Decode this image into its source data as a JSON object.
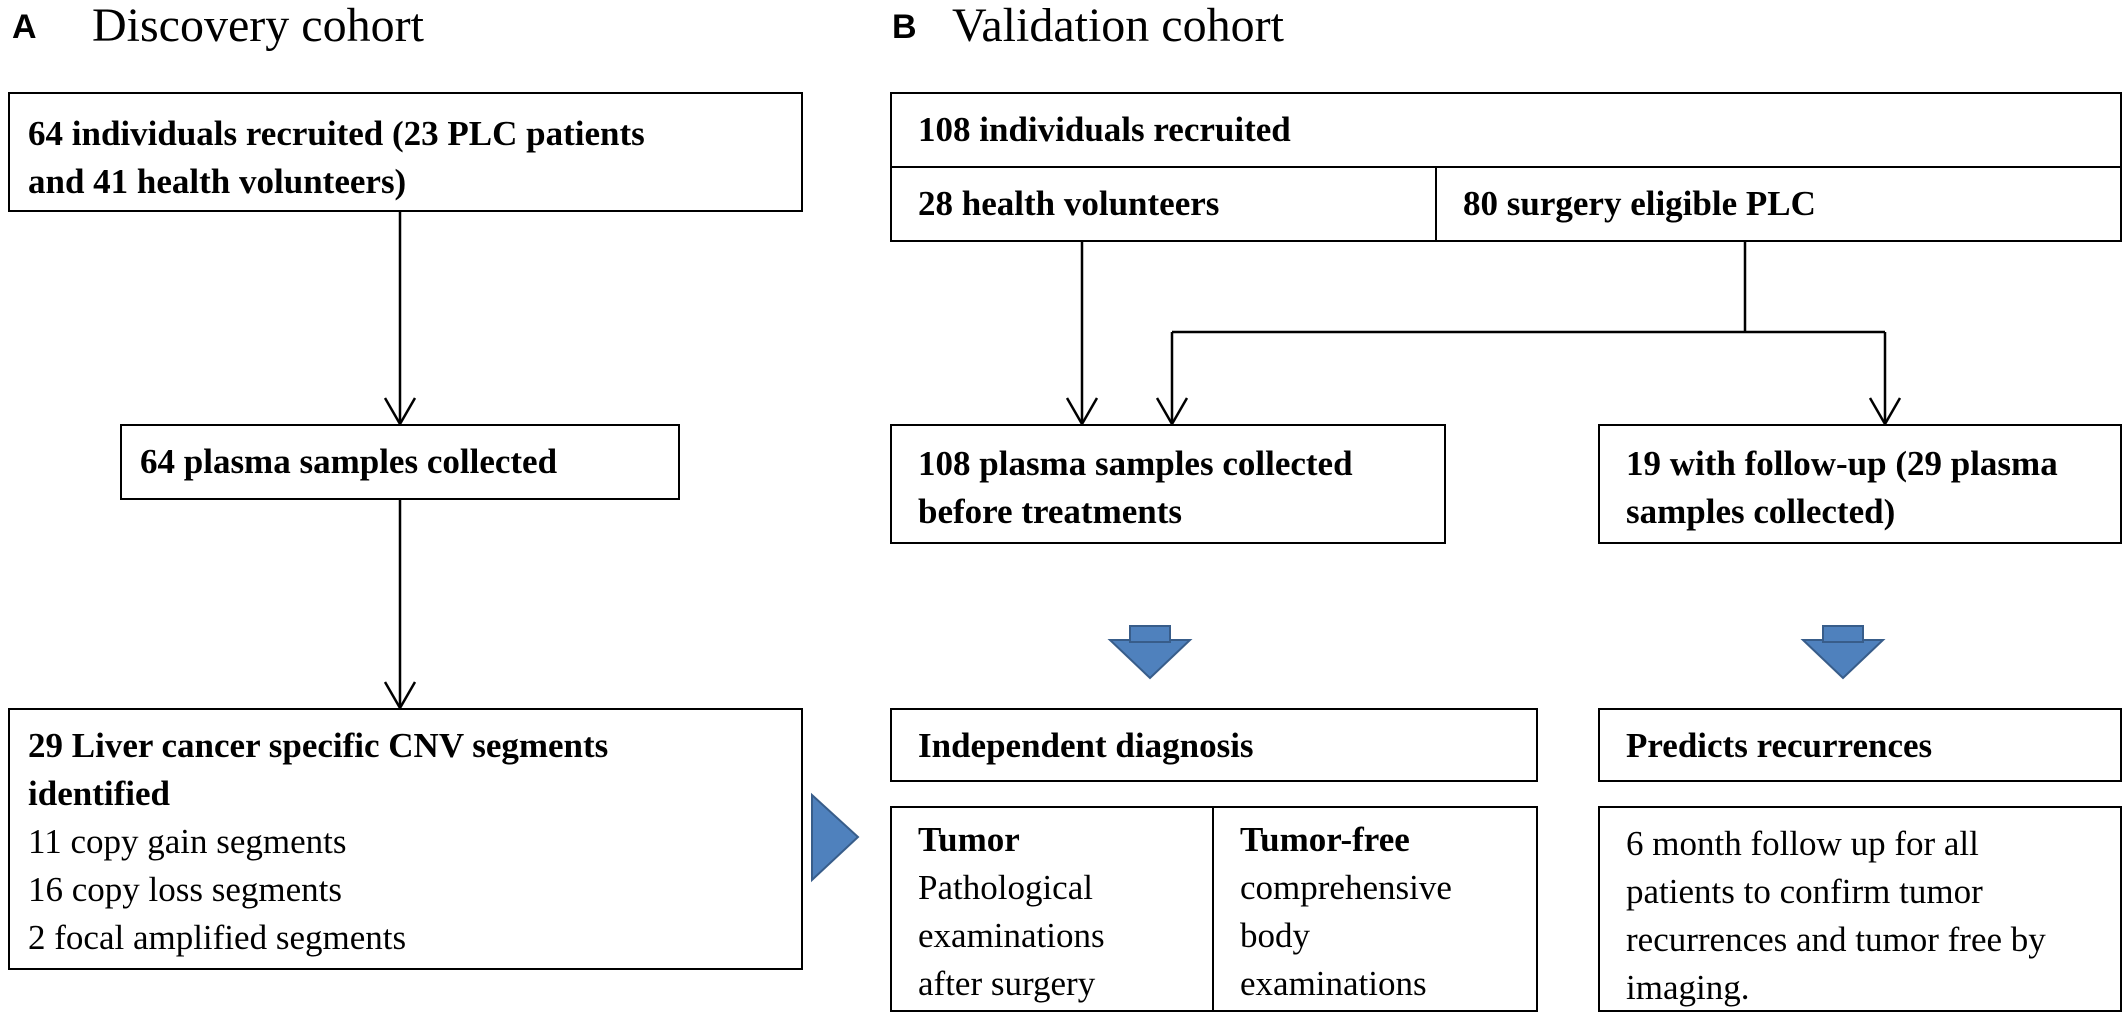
{
  "panel_a": {
    "letter": "A",
    "title": "Discovery cohort",
    "box1": "64 individuals recruited (23 PLC patients\nand 41 health volunteers)",
    "box2": "64 plasma samples collected",
    "box3_title": "29 Liver cancer specific CNV segments\nidentified",
    "box3_items": [
      "11 copy gain segments",
      "16 copy loss segments",
      "2 focal amplified segments"
    ]
  },
  "panel_b": {
    "letter": "B",
    "title": "Validation cohort",
    "recruited": "108 individuals recruited",
    "healthy": "28 health volunteers",
    "plc": "80 surgery eligible PLC",
    "plasma": "108 plasma samples collected\nbefore treatments",
    "followup": "19 with follow-up (29 plasma\nsamples collected)",
    "diagnosis": "Independent diagnosis",
    "recurrence": "Predicts recurrences",
    "tumor_title": "Tumor",
    "tumor_text": "Pathological\nexaminations\nafter surgery",
    "tumorfree_title": "Tumor-free",
    "tumorfree_text": "comprehensive\nbody\nexaminations",
    "recurrence_text": "6 month follow up for all\npatients to confirm tumor\nrecurrences and tumor free by\nimaging."
  },
  "colors": {
    "arrow_fill": "#4f81bd",
    "arrow_stroke": "#385d8a",
    "border": "#000000"
  }
}
